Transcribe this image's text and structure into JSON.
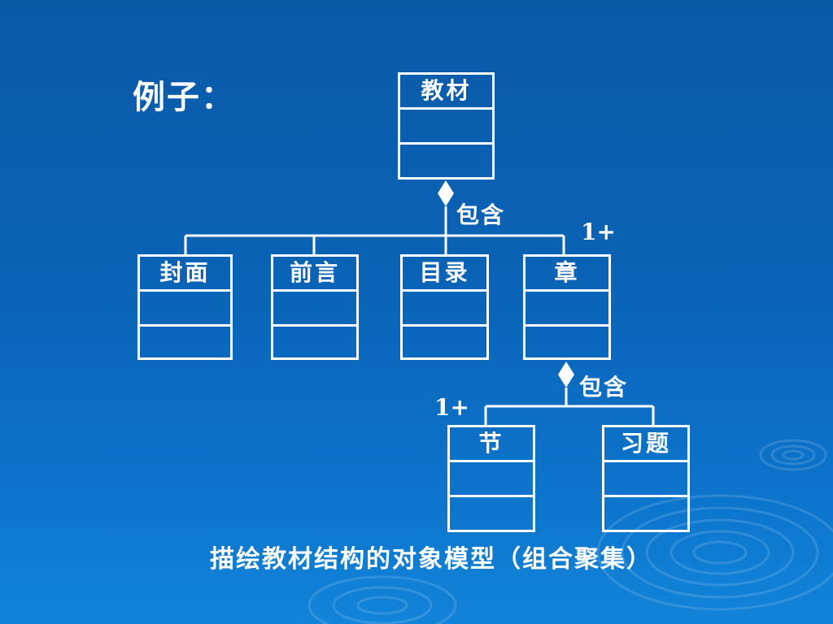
{
  "slide": {
    "heading": "例子：",
    "caption": "描绘教材结构的对象模型（组合聚集）"
  },
  "classes": {
    "textbook": "教材",
    "cover": "封面",
    "preface": "前言",
    "toc": "目录",
    "chapter": "章",
    "section": "节",
    "exercise": "习题"
  },
  "relations": {
    "top_aggregation": {
      "label": "包含",
      "multiplicity": "1+"
    },
    "chapter_aggregation": {
      "label": "包含",
      "multiplicity": "1+"
    }
  },
  "colors": {
    "foreground": "#ffffff",
    "background": "#0a63b6"
  }
}
